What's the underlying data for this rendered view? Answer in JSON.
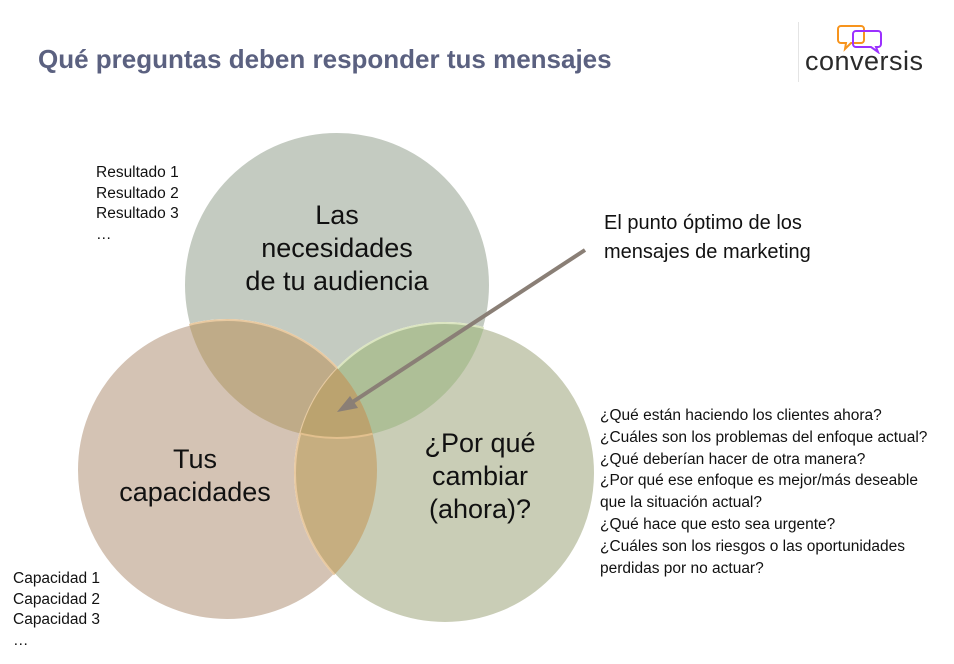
{
  "title": "Qué preguntas deben responder tus mensajes",
  "logo": {
    "text": "conversis",
    "icon": "speech-bubbles-icon",
    "colors": [
      "#f7941d",
      "#9b30ff"
    ]
  },
  "circles": {
    "top": {
      "label_lines": [
        "Las",
        "necesidades",
        "de tu audiencia"
      ],
      "color": "#c4cbc1"
    },
    "left": {
      "label_lines": [
        "Tus",
        "capacidades"
      ],
      "color": "#d4c3b4"
    },
    "right": {
      "label_lines": [
        "¿Por qué",
        "cambiar",
        "(ahora)?"
      ],
      "color": "#c9cdb6"
    }
  },
  "callout": {
    "lines": [
      "El punto óptimo de los",
      "mensajes de marketing"
    ],
    "arrow_color": "#8a7f76"
  },
  "results": [
    "Resultado 1",
    "Resultado 2",
    "Resultado 3",
    "…"
  ],
  "capacities": [
    "Capacidad 1",
    "Capacidad 2",
    "Capacidad 3",
    "…"
  ],
  "questions": [
    "¿Qué están haciendo los clientes ahora?",
    "¿Cuáles son los problemas del enfoque actual?",
    "¿Qué deberían hacer de otra manera?",
    "¿Por qué ese enfoque es mejor/más deseable que la situación actual?",
    "¿Qué hace que esto sea urgente?",
    "¿Cuáles son los riesgos o las oportunidades perdidas por no actuar?"
  ]
}
